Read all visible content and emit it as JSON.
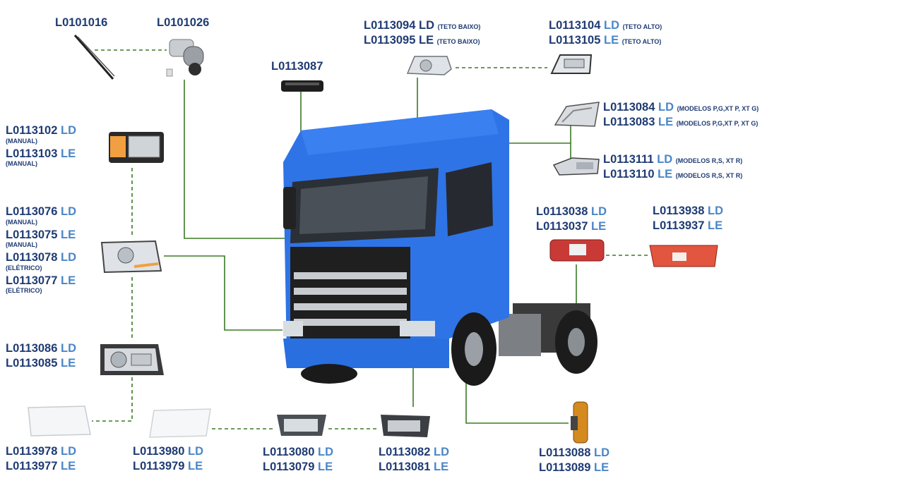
{
  "labels": {
    "wiper": "L0101016",
    "wiper_motor": "L0101026",
    "sun_visor_light": "L0113087",
    "head_low_roof_ld": "L0113094 LD",
    "head_low_roof_le": "L0113095 LE",
    "low_roof_note": "(TETO BAIXO)",
    "head_high_roof_ld_code": "L0113104",
    "head_high_roof_le_code": "L0113105",
    "high_roof_note": "(TETO ALTO)",
    "pg_ld_code": "L0113084",
    "pg_le_code": "L0113083",
    "pg_note": "(MODELOS P,G,XT P, XT G)",
    "rs_ld_code": "L0113111",
    "rs_le_code": "L0113110",
    "rs_note": "(MODELOS R,S, XT R)",
    "tail_small_ld_code": "L0113038",
    "tail_small_le_code": "L0113037",
    "tail_big_ld_code": "L0113938",
    "tail_big_le_code": "L0113937",
    "head_manual1_ld_code": "L0113102",
    "head_manual1_le_code": "L0113103",
    "manual_note": "(MANUAL)",
    "head_main_ld1_code": "L0113076",
    "head_main_le1_code": "L0113075",
    "head_main_ld2_code": "L0113078",
    "head_main_le2_code": "L0113077",
    "eletrico_note": "(ELÉTRICO)",
    "head_clear_ld_code": "L0113086",
    "head_clear_le_code": "L0113085",
    "lens1_ld_code": "L0113978",
    "lens1_le_code": "L0113977",
    "lens2_ld_code": "L0113980",
    "lens2_le_code": "L0113979",
    "fog1_ld_code": "L0113080",
    "fog1_le_code": "L0113079",
    "fog2_ld_code": "L0113082",
    "fog2_le_code": "L0113081",
    "corner_ld_code": "L0113088",
    "corner_le_code": "L0113089",
    "ld": "LD",
    "le": "LE"
  },
  "colors": {
    "label_dark": "#1f3b73",
    "label_side": "#4a86c8",
    "connector": "#2f6a1f",
    "truck_body": "#2a6fe0"
  }
}
